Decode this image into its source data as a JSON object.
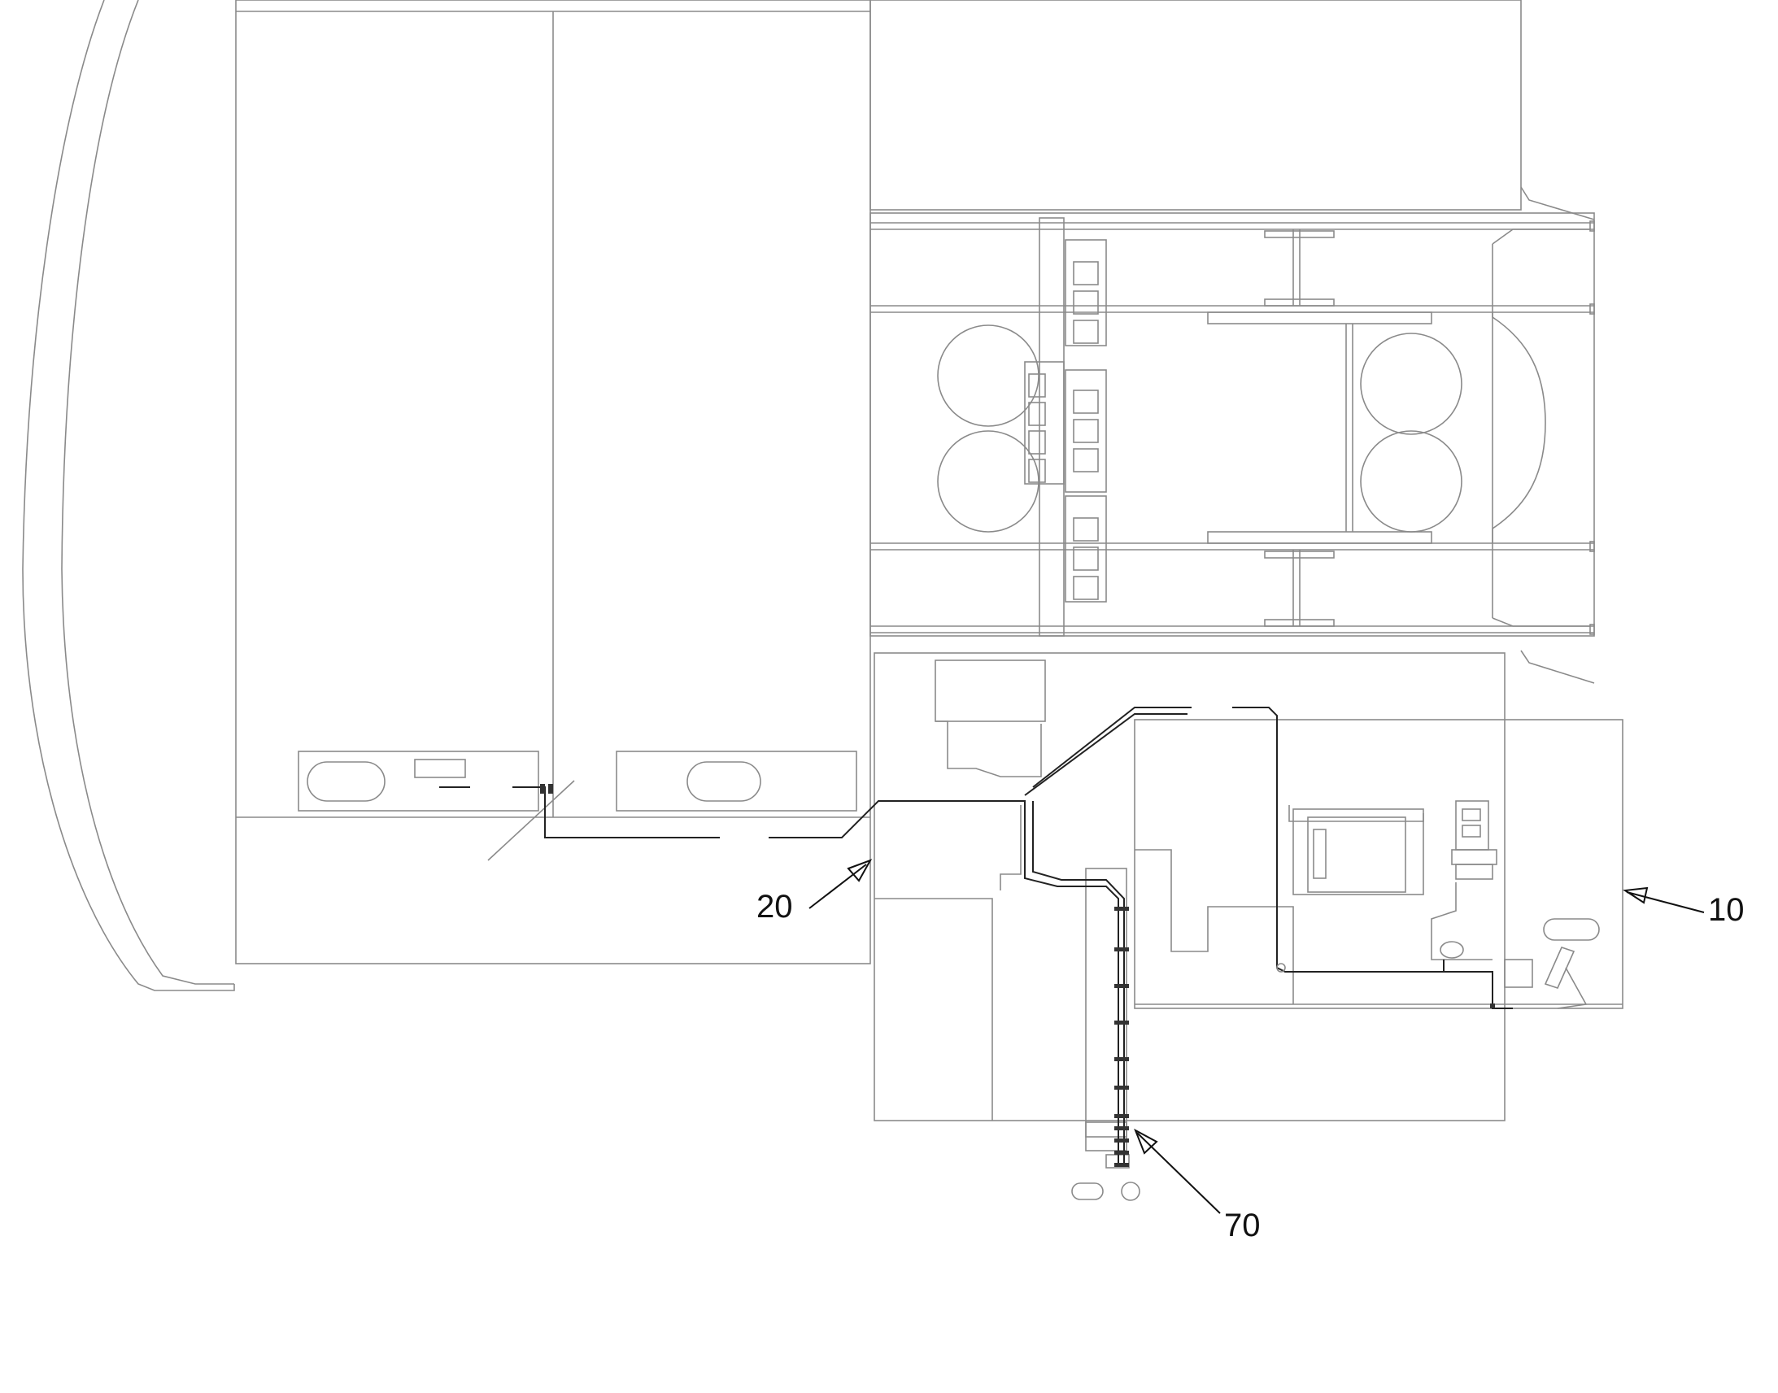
{
  "labels": {
    "ref_10": "10",
    "ref_20": "20",
    "ref_70": "70"
  },
  "colors": {
    "outline": "#8a8a8a",
    "pipe": "#222222",
    "label": "#111111"
  }
}
